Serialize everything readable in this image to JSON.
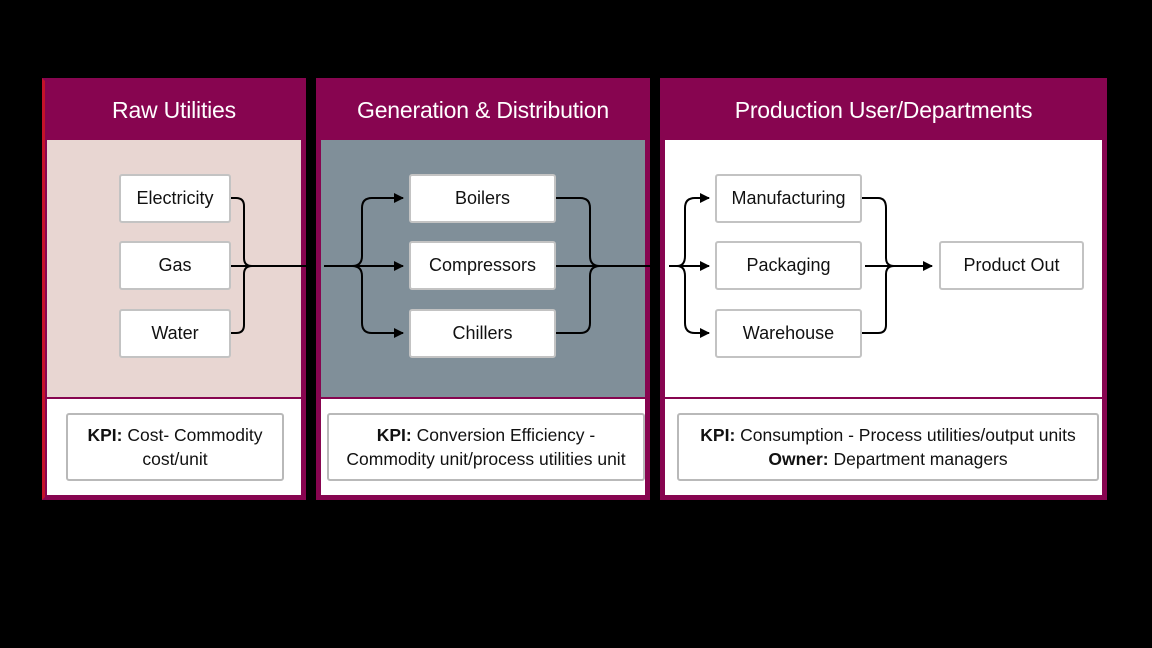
{
  "colors": {
    "background": "#000000",
    "header": "#870550",
    "raw_body": "#e8d6d2",
    "gen_body": "#808f99",
    "prod_body": "#ffffff",
    "raw_left_accent": "#c4122a",
    "node_border": "#c3c3c3"
  },
  "panels": {
    "raw": {
      "title": "Raw Utilities",
      "nodes": [
        "Electricity",
        "Gas",
        "Water"
      ],
      "kpi": {
        "label": "KPI:",
        "line1_text": "Cost- Commodity",
        "line2_text": "cost/unit"
      }
    },
    "gen": {
      "title": "Generation & Distribution",
      "nodes": [
        "Boilers",
        "Compressors",
        "Chillers"
      ],
      "kpi": {
        "label": "KPI:",
        "line1_text": "Conversion Efficiency -",
        "line2_text": "Commodity unit/process utilities unit"
      }
    },
    "prod": {
      "title": "Production User/Departments",
      "nodes": [
        "Manufacturing",
        "Packaging",
        "Warehouse"
      ],
      "output_node": "Product Out",
      "kpi": {
        "label": "KPI:",
        "line1_text": "Consumption - Process utilities/output units",
        "owner_label": "Owner:",
        "line2_text": "Department managers"
      }
    }
  }
}
